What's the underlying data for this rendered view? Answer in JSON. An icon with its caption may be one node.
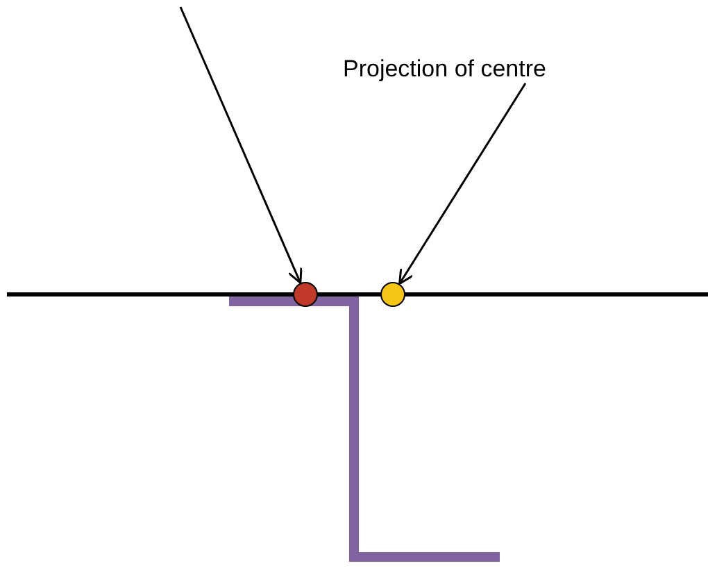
{
  "diagram": {
    "nodes": [
      {
        "text": [
          "Projection of centre"
        ]
      },
      {
        "text": [],
        "shape": "circle"
      },
      {
        "text": [],
        "shape": "circle"
      }
    ],
    "edges": [
      {
        "from": null,
        "to": 1,
        "arrow": "to"
      },
      {
        "from": 0,
        "to": 2,
        "arrow": "to"
      }
    ]
  }
}
